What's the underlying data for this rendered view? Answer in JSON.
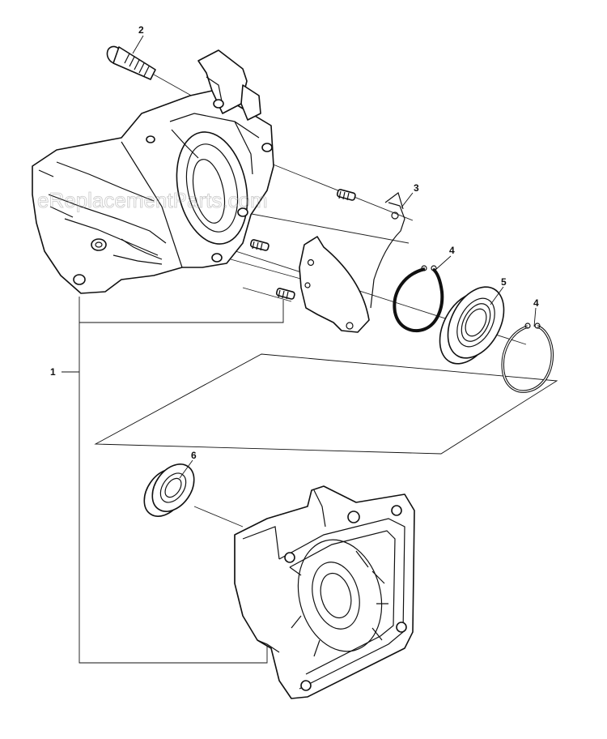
{
  "watermark": "eReplacementParts.com",
  "callouts": {
    "c1": "1",
    "c2": "2",
    "c3": "3",
    "c4a": "4",
    "c5": "5",
    "c4b": "4",
    "c6": "6"
  }
}
